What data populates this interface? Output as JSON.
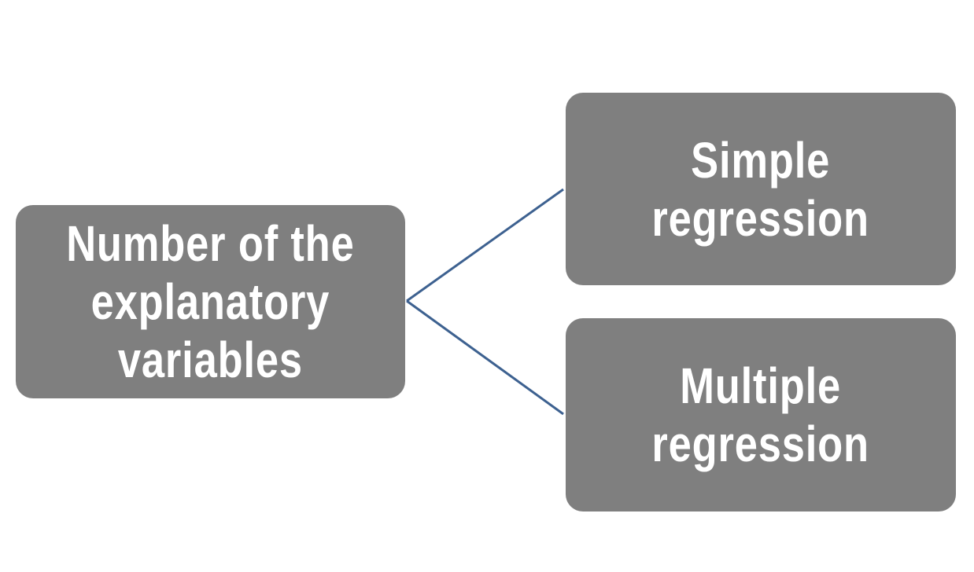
{
  "diagram": {
    "colors": {
      "node_fill": "#7f7f7f",
      "node_text": "#ffffff",
      "connector": "#3d6190",
      "background": "#ffffff"
    },
    "root": {
      "lines": [
        "Number of the",
        "explanatory",
        "variables"
      ]
    },
    "children": [
      {
        "lines": [
          "Simple",
          "regression"
        ]
      },
      {
        "lines": [
          "Multiple",
          "regression"
        ]
      }
    ]
  }
}
